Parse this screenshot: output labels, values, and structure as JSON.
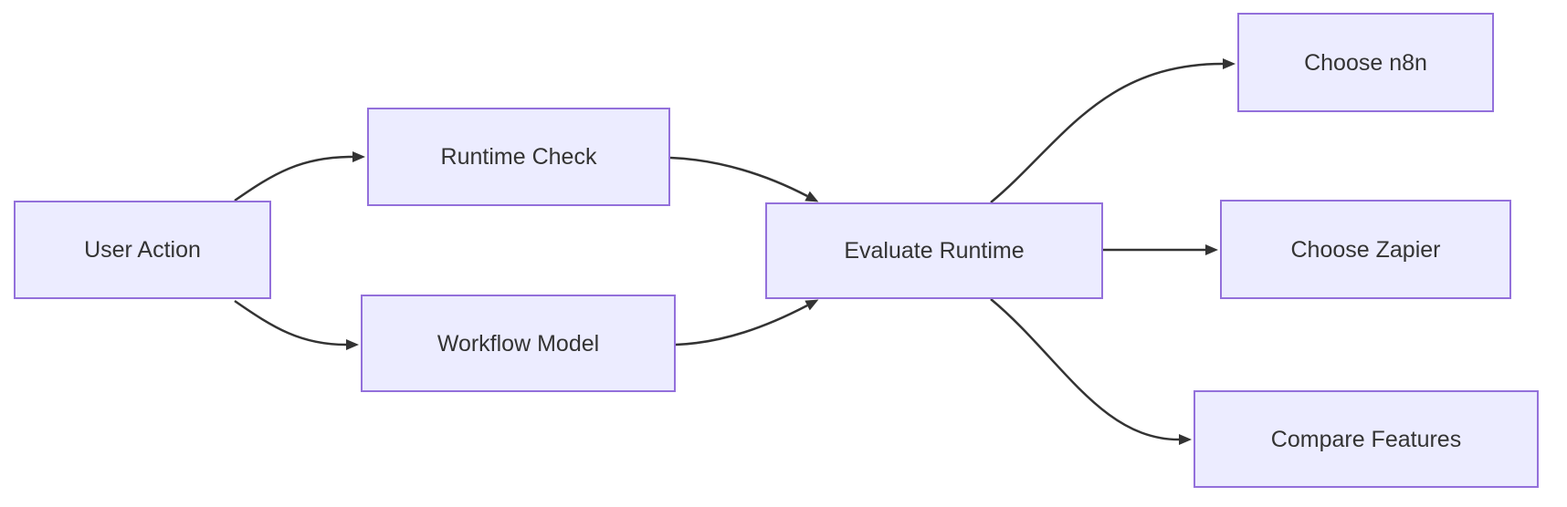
{
  "diagram": {
    "type": "flowchart",
    "direction": "left-to-right",
    "nodes": [
      {
        "id": "user-action",
        "label": "User Action"
      },
      {
        "id": "runtime-check",
        "label": "Runtime Check"
      },
      {
        "id": "workflow-model",
        "label": "Workflow Model"
      },
      {
        "id": "evaluate-runtime",
        "label": "Evaluate Runtime"
      },
      {
        "id": "choose-n8n",
        "label": "Choose n8n"
      },
      {
        "id": "choose-zapier",
        "label": "Choose Zapier"
      },
      {
        "id": "compare-features",
        "label": "Compare Features"
      }
    ],
    "edges": [
      {
        "from": "User Action",
        "to": "Runtime Check"
      },
      {
        "from": "User Action",
        "to": "Workflow Model"
      },
      {
        "from": "Runtime Check",
        "to": "Evaluate Runtime"
      },
      {
        "from": "Workflow Model",
        "to": "Evaluate Runtime"
      },
      {
        "from": "Evaluate Runtime",
        "to": "Choose n8n"
      },
      {
        "from": "Evaluate Runtime",
        "to": "Choose Zapier"
      },
      {
        "from": "Evaluate Runtime",
        "to": "Compare Features"
      }
    ],
    "colors": {
      "node_fill": "#ECECFF",
      "node_border": "#9370DB",
      "node_text": "#333333",
      "edge_line": "#333333",
      "background": "#FFFFFF"
    }
  }
}
